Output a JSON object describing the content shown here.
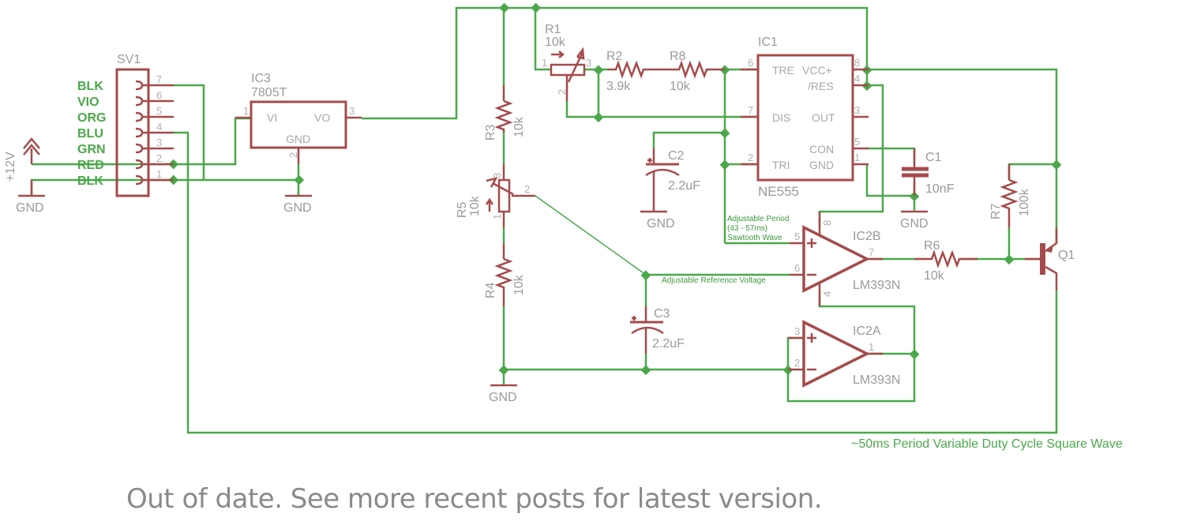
{
  "schematic": {
    "connector": {
      "ref": "SV1",
      "wire_colors": [
        "BLK",
        "VIO",
        "ORG",
        "BLU",
        "GRN",
        "RED",
        "BLK"
      ],
      "pins": [
        "7",
        "6",
        "5",
        "4",
        "3",
        "2",
        "1"
      ]
    },
    "supply": {
      "label": "+12V"
    },
    "gnd_label": "GND",
    "regulator": {
      "ref": "IC3",
      "value": "7805T",
      "pin_vi": "VI",
      "pin_vo": "VO",
      "pin_gnd": "GND",
      "pin1": "1",
      "pin2": "2",
      "pin3": "3"
    },
    "timer": {
      "ref": "IC1",
      "value": "NE555",
      "left_pins": [
        {
          "num": "6",
          "name": "TRE"
        },
        {
          "num": "7",
          "name": "DIS"
        },
        {
          "num": "2",
          "name": "TRI"
        }
      ],
      "right_pins": [
        {
          "num": "8",
          "name": "VCC+"
        },
        {
          "num": "4",
          "name": "/RES"
        },
        {
          "num": "3",
          "name": "OUT"
        },
        {
          "num": "5",
          "name": "CON"
        },
        {
          "num": "1",
          "name": "GND"
        }
      ]
    },
    "resistors": {
      "R1": {
        "ref": "R1",
        "value": "10k",
        "pin1": "1",
        "pin2": "2",
        "pin3": "3"
      },
      "R2": {
        "ref": "R2",
        "value": "3.9k"
      },
      "R8": {
        "ref": "R8",
        "value": "10k"
      },
      "R3": {
        "ref": "R3",
        "value": "10k"
      },
      "R5": {
        "ref": "R5",
        "value": "10k",
        "pin1": "1",
        "pin2": "2",
        "pin3": "3"
      },
      "R4": {
        "ref": "R4",
        "value": "10k"
      },
      "R6": {
        "ref": "R6",
        "value": "10k"
      },
      "R7": {
        "ref": "R7",
        "value": "100k"
      }
    },
    "capacitors": {
      "C1": {
        "ref": "C1",
        "value": "10nF"
      },
      "C2": {
        "ref": "C2",
        "value": "2.2uF"
      },
      "C3": {
        "ref": "C3",
        "value": "2.2uF"
      }
    },
    "comparators": {
      "IC2B": {
        "ref": "IC2B",
        "value": "LM393N",
        "pin_plus": "5",
        "pin_minus": "6",
        "pin_out": "7",
        "pin_vcc": "8",
        "pin_gnd": "4"
      },
      "IC2A": {
        "ref": "IC2A",
        "value": "LM393N",
        "pin_plus": "3",
        "pin_minus": "2",
        "pin_out": "1"
      }
    },
    "transistor": {
      "ref": "Q1"
    },
    "annotations": {
      "sawtooth": [
        "Adjustable Period",
        "(43 - 57ms)",
        "Sawtooth Wave"
      ],
      "reference": "Adjustable Reference Voltage",
      "output": "~50ms Period Variable Duty Cycle Square Wave"
    }
  },
  "footer_note": "Out of date. See more recent posts for latest version."
}
